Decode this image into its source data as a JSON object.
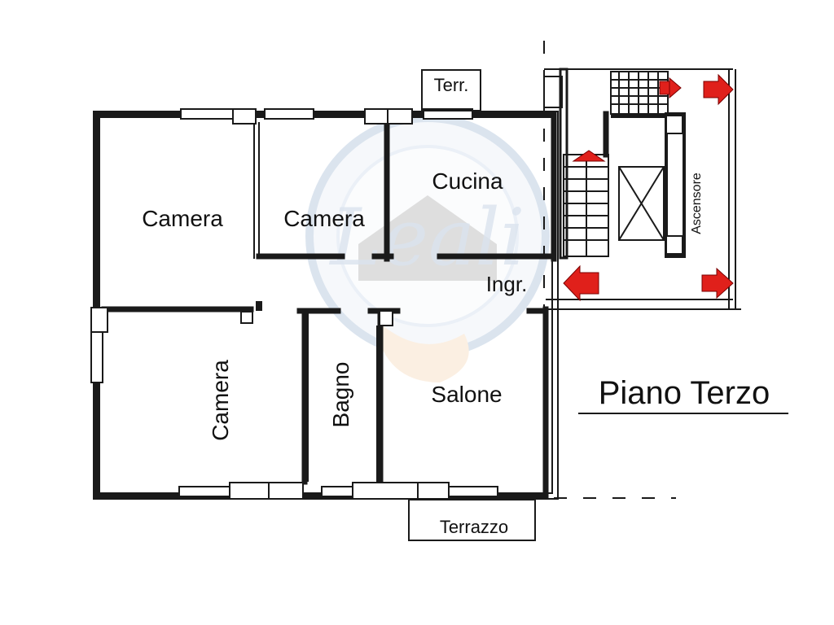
{
  "rooms": {
    "camera_1": "Camera",
    "camera_2": "Camera",
    "camera_3": "Camera",
    "cucina": "Cucina",
    "ingresso": "Ingr.",
    "bagno": "Bagno",
    "salone": "Salone",
    "terrazzo_top": "Terr.",
    "terrazzo_bottom": "Terrazzo",
    "ascensore": "Ascensore"
  },
  "floor_title": "Piano Terzo",
  "watermark": {
    "text": "Leali",
    "colors": [
      "#7f9fc6",
      "#f2c79a",
      "#8a8a8a"
    ]
  },
  "colors": {
    "walls": "#1a1a1a",
    "arrows": "#e0201b",
    "background": "#ffffff"
  },
  "icons": [
    "red-arrow-icon",
    "elevator-cross-icon",
    "stairs-icon"
  ]
}
